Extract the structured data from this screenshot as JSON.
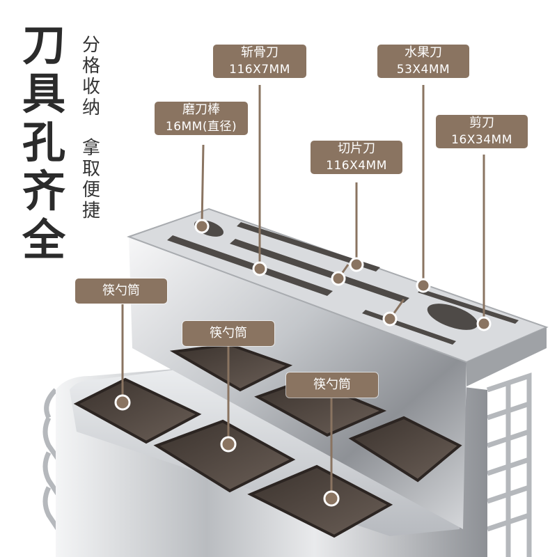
{
  "heading": {
    "chars": [
      "刀",
      "具",
      "孔",
      "齐",
      "全"
    ]
  },
  "subheading": {
    "line1": [
      "分",
      "格",
      "收",
      "纳"
    ],
    "line2": [
      "拿",
      "取",
      "便",
      "捷"
    ]
  },
  "labels": {
    "bone_knife": {
      "name": "斩骨刀",
      "size": "116X7MM"
    },
    "fruit_knife": {
      "name": "水果刀",
      "size": "53X4MM"
    },
    "sharpener": {
      "name": "磨刀棒",
      "size": "16MM(直径)"
    },
    "scissors": {
      "name": "剪刀",
      "size": "16X34MM"
    },
    "slicing_knife": {
      "name": "切片刀",
      "size": "116X4MM"
    },
    "utensil_cup_1": {
      "name": "筷勺筒"
    },
    "utensil_cup_2": {
      "name": "筷勺筒"
    },
    "utensil_cup_3": {
      "name": "筷勺筒"
    }
  },
  "colors": {
    "label_bg": "#8a7461",
    "heading": "#2b2b2b",
    "steel": "#c9ccd0",
    "cup": "#4a403a"
  }
}
